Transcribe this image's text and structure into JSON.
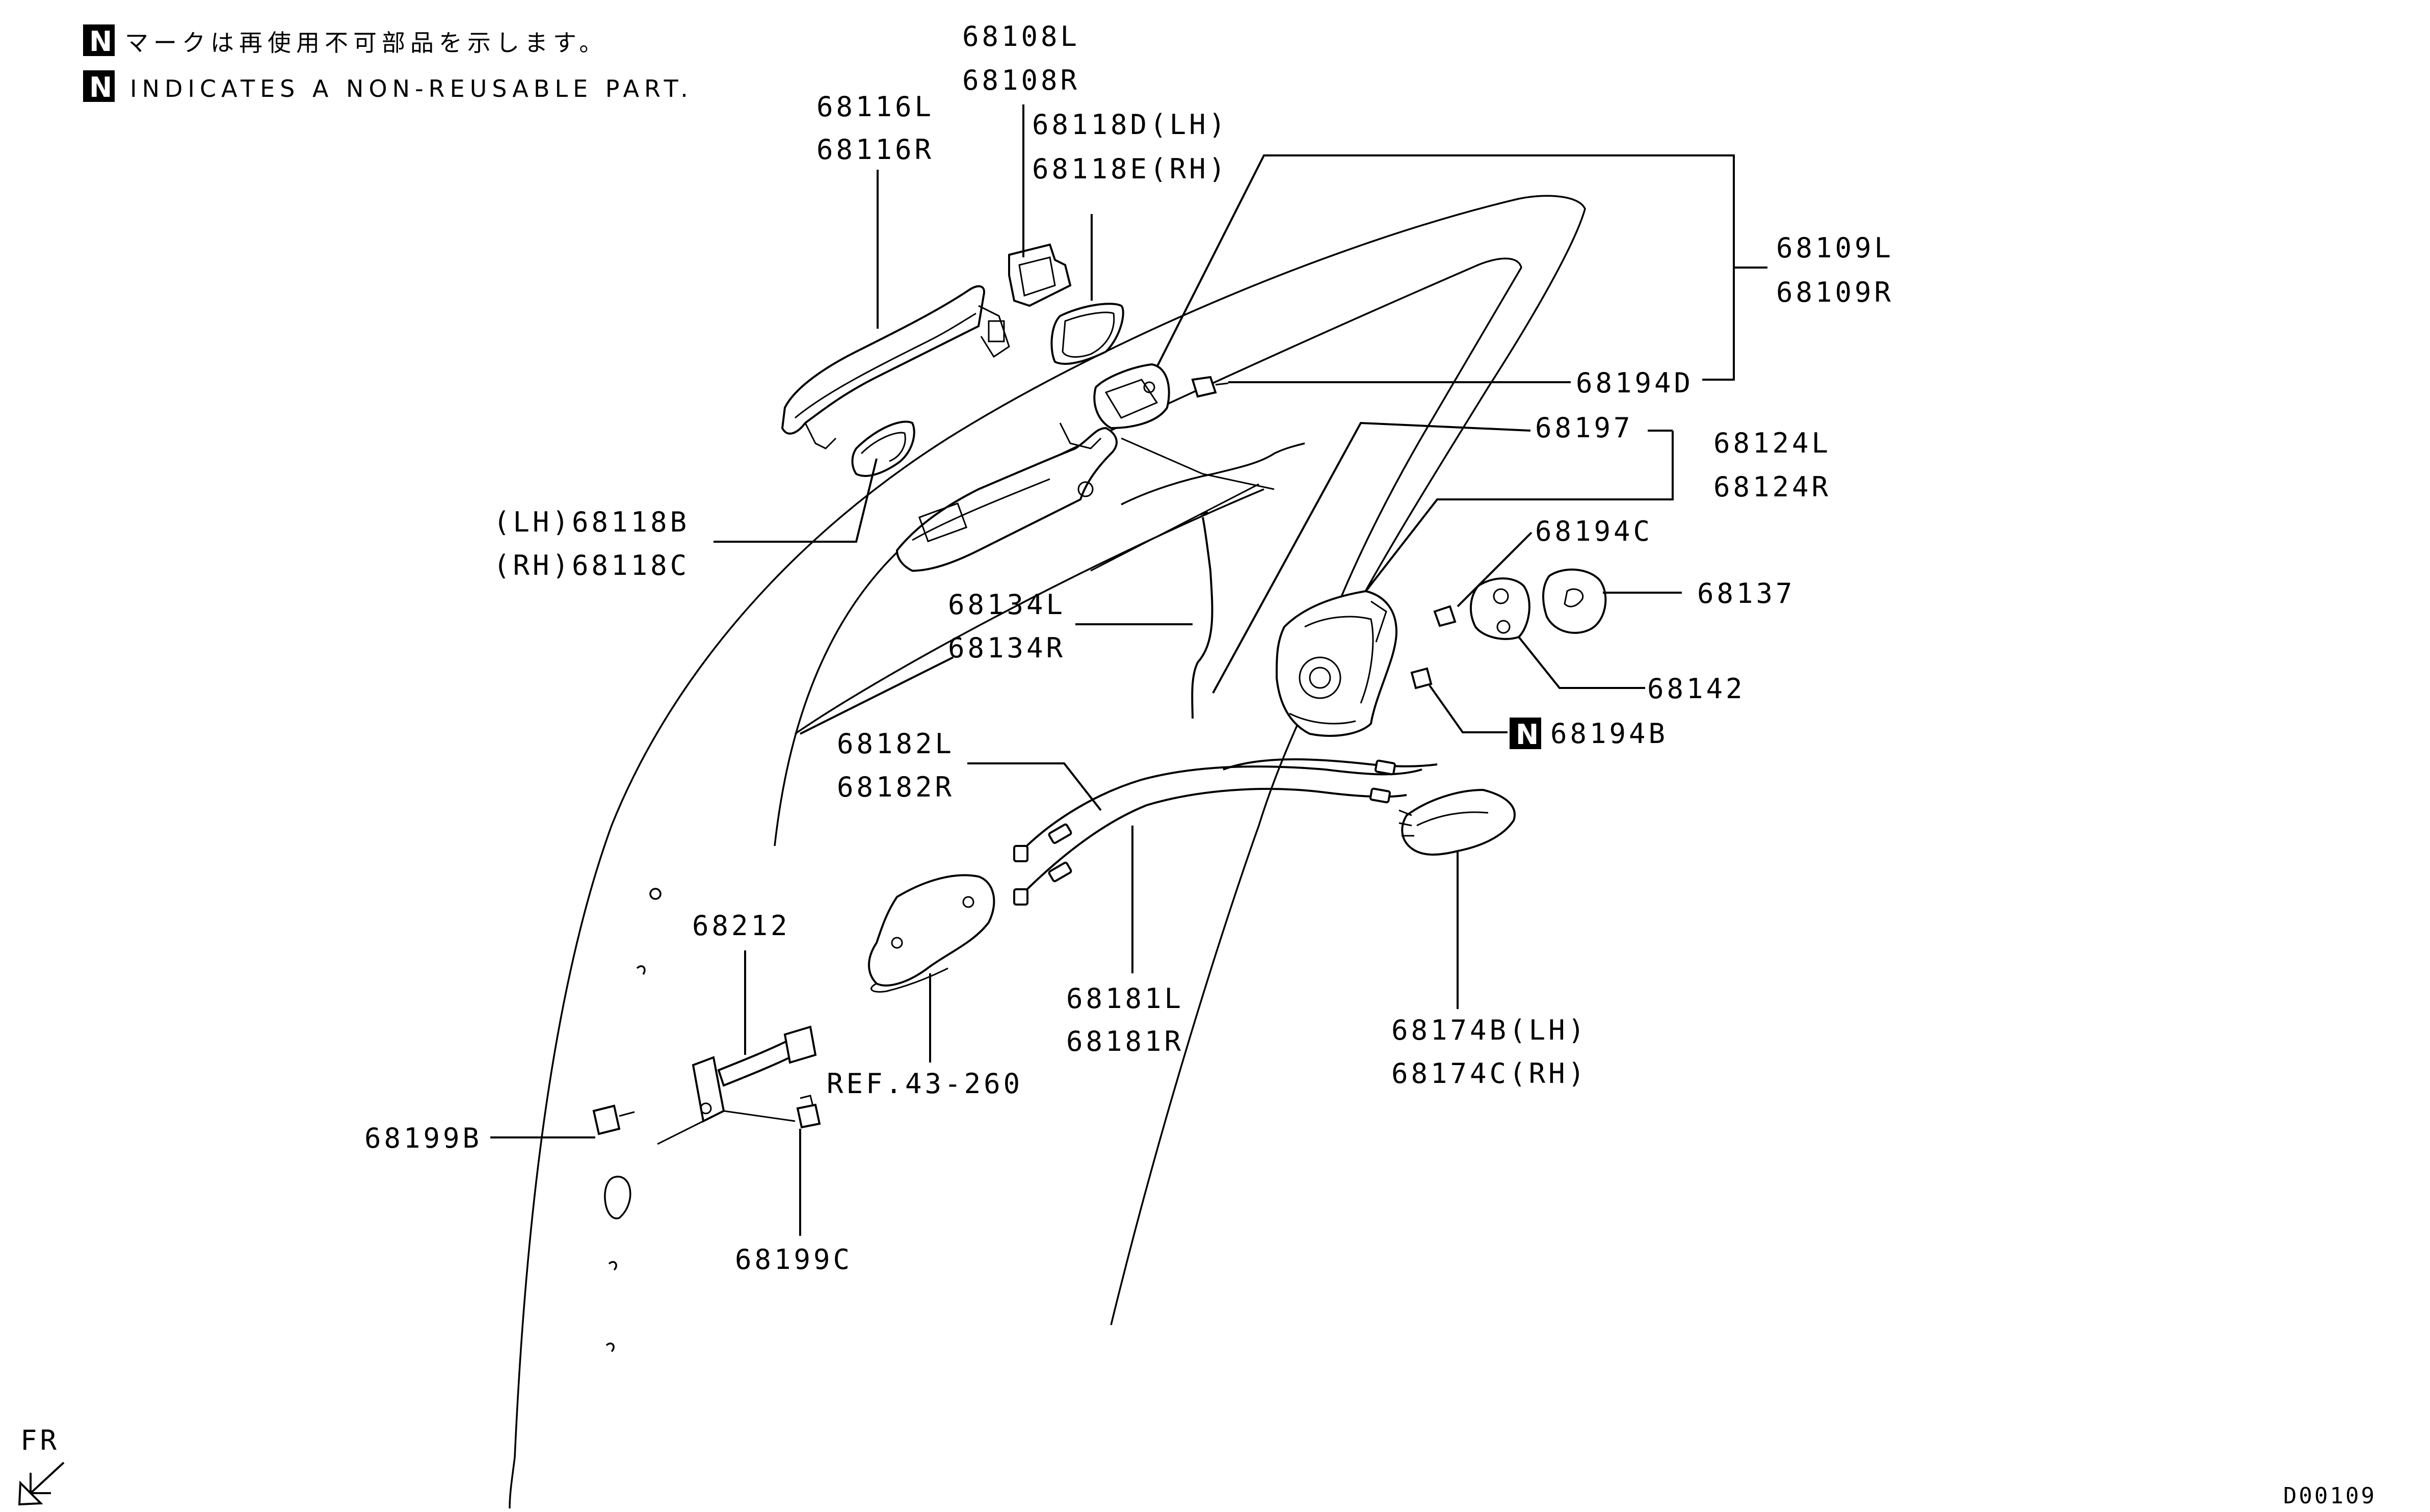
{
  "legend": {
    "badge": "N",
    "note_jp": "マークは再使用不可部品を示します。",
    "note_en": "INDICATES A NON-REUSABLE PART."
  },
  "labels": {
    "p68108": [
      "68108L",
      "68108R"
    ],
    "p68116": [
      "68116L",
      "68116R"
    ],
    "p68118de": [
      "68118D(LH)",
      "68118E(RH)"
    ],
    "p68109": [
      "68109L",
      "68109R"
    ],
    "p68194d": "68194D",
    "p68197": "68197",
    "p68124": [
      "68124L",
      "68124R"
    ],
    "p68118bc": [
      "(LH)68118B",
      "(RH)68118C"
    ],
    "p68194c": "68194C",
    "p68137": "68137",
    "p68134": [
      "68134L",
      "68134R"
    ],
    "p68142": "68142",
    "p68194b": "68194B",
    "p68182": [
      "68182L",
      "68182R"
    ],
    "p68212": "68212",
    "p68181": [
      "68181L",
      "68181R"
    ],
    "ref": "REF.43-260",
    "p68174": [
      "68174B(LH)",
      "68174C(RH)"
    ],
    "p68199b": "68199B",
    "p68199c": "68199C"
  },
  "orientation": "FR",
  "drawing_code": "D00109"
}
